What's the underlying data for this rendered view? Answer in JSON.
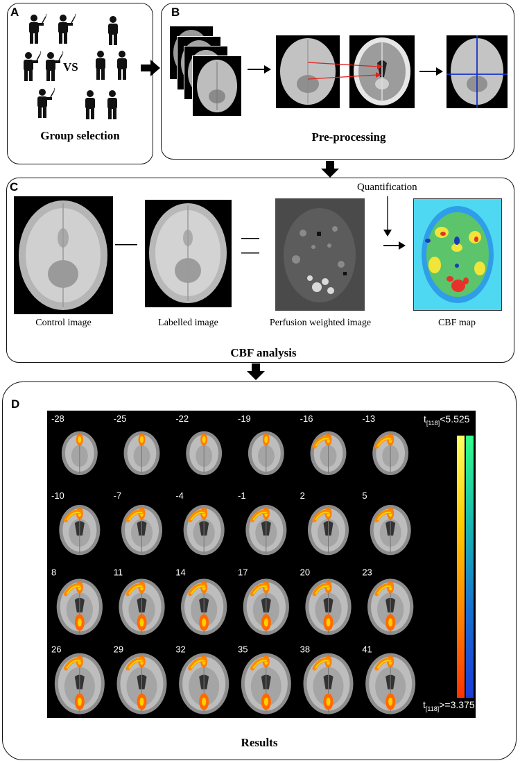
{
  "panels": {
    "a": {
      "letter": "A",
      "vs_label": "VS",
      "title": "Group selection"
    },
    "b": {
      "letter": "B",
      "title": "Pre-processing"
    },
    "c": {
      "letter": "C",
      "quantification_label": "Quantification",
      "captions": [
        "Control image",
        "Labelled image",
        "Perfusion weighted image",
        "CBF map"
      ],
      "title": "CBF analysis"
    },
    "d": {
      "letter": "D",
      "title": "Results",
      "slices": [
        "-28",
        "-25",
        "-22",
        "-19",
        "-16",
        "-13",
        "-10",
        "-7",
        "-4",
        "-1",
        "2",
        "5",
        "8",
        "11",
        "14",
        "17",
        "20",
        "23",
        "26",
        "29",
        "32",
        "35",
        "38",
        "41"
      ],
      "colorbar": {
        "top_prefix": "t",
        "top_sub": "[118]",
        "top_value": "<5.525",
        "bottom_prefix": "t",
        "bottom_sub": "[118]",
        "bottom_value": ">=3.375"
      }
    }
  },
  "colors": {
    "hot": [
      "#ff3300",
      "#ff8800",
      "#ffee00"
    ],
    "cool": [
      "#1a4bd6",
      "#19a7c7",
      "#2ee07a"
    ]
  }
}
